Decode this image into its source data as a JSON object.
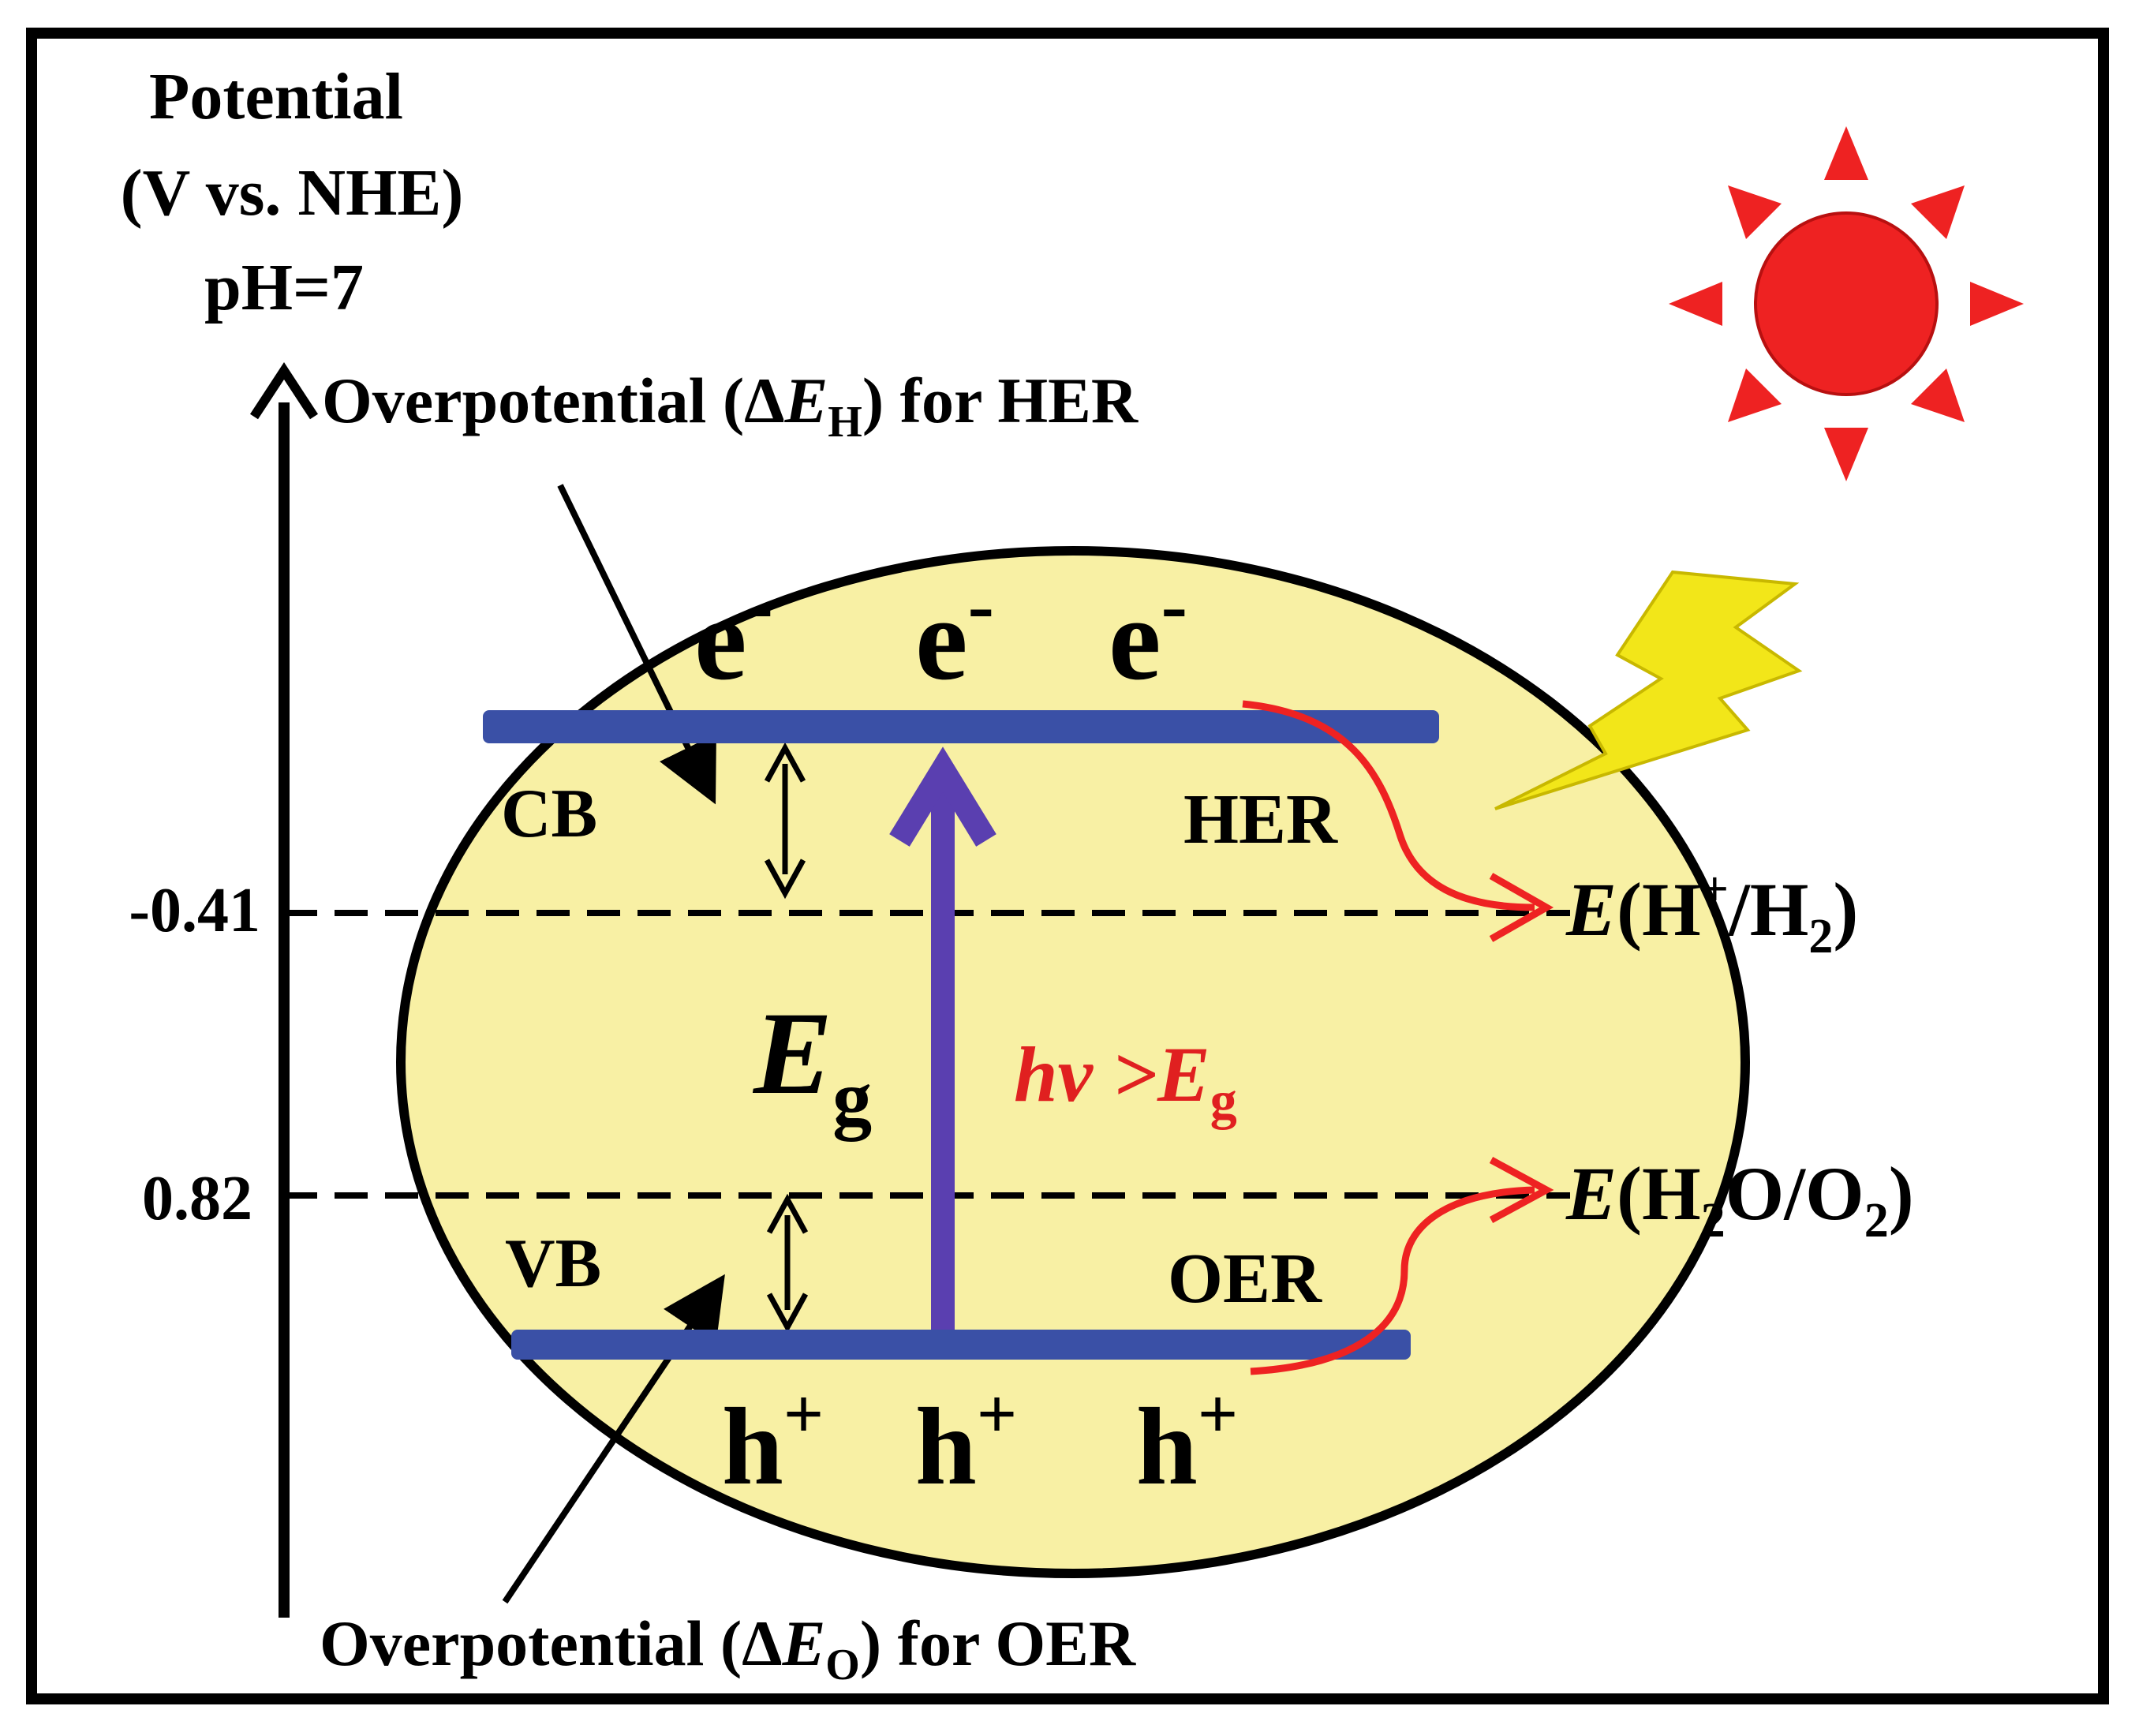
{
  "axis": {
    "title_line1": "Potential",
    "title_line2": "(V vs. NHE)",
    "title_line3": "pH=7",
    "tick_her_value": "-0.41",
    "tick_oer_value": "0.82"
  },
  "annotations": {
    "overpotential_h_prefix": "Overpotential (Δ",
    "overpotential_h_E": "E",
    "overpotential_h_sub": "H",
    "overpotential_h_suffix": ") for HER",
    "overpotential_o_prefix": "Overpotential (Δ",
    "overpotential_o_E": "E",
    "overpotential_o_sub": "O",
    "overpotential_o_suffix": ") for OER"
  },
  "bands": {
    "cb_label": "CB",
    "vb_label": "VB",
    "electron_symbol": "e",
    "electron_charge": "-",
    "hole_symbol": "h",
    "hole_charge": "+",
    "gap_E": "E",
    "gap_sub": "g",
    "photon_hv": "hv",
    "photon_gt": " >",
    "photon_E": "E",
    "photon_sub": "g"
  },
  "reactions": {
    "her_label": "HER",
    "oer_label": "OER",
    "her_potential_E": "E",
    "her_potential_open": "(H",
    "her_potential_sup": "+",
    "her_potential_mid": "/H",
    "her_potential_sub": "2",
    "her_potential_close": ")",
    "oer_potential_E": "E",
    "oer_potential_open": "(H",
    "oer_potential_sub1": "2",
    "oer_potential_mid": "O/O",
    "oer_potential_sub2": "2",
    "oer_potential_close": ")"
  },
  "colors": {
    "particle_fill": "#f8f0a4",
    "band": "#3a50a6",
    "excitation_arrow": "#5a3fb0",
    "reaction_arrow": "#ee2222",
    "photon_text": "#e02020",
    "sun": "#ee2222",
    "lightning": "#f2e619",
    "ink": "#000000"
  },
  "icons": {
    "sun": "sun-icon",
    "lightning": "lightning-bolt-icon"
  }
}
